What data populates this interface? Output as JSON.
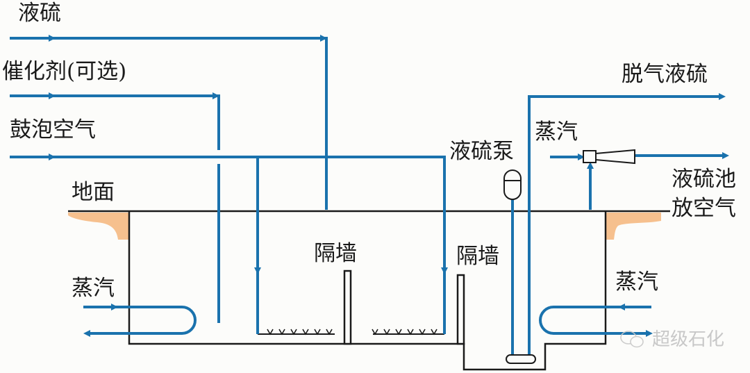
{
  "title": "液硫池脱气工艺示意图",
  "colors": {
    "pipe": "#1a72ad",
    "wall": "#1a1a1a",
    "soil": "#f6c08e",
    "background": "#fcfcfa"
  },
  "labels": {
    "liquid_sulfur_in": "液硫",
    "catalyst": "催化剂(可选)",
    "bubbling_air": "鼓泡空气",
    "ground": "地面",
    "steam_left": "蒸汽",
    "partition_1": "隔墙",
    "partition_2": "隔墙",
    "sulfur_pump": "液硫泵",
    "degassed_sulfur": "脱气液硫",
    "steam_ejector": "蒸汽",
    "vent_line1": "液硫池",
    "vent_line2": "放空气",
    "steam_right": "蒸汽"
  },
  "watermark": {
    "icon": "wechat-icon",
    "text": "超级石化"
  }
}
